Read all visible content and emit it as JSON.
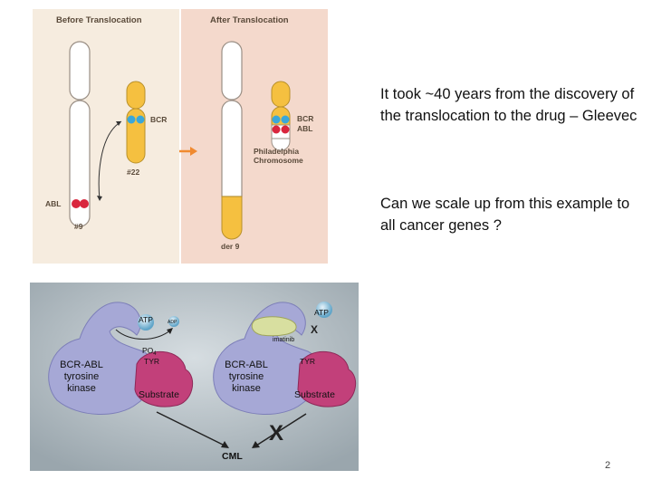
{
  "slide": {
    "text1": "It took ~40 years from the discovery of the translocation to the drug – Gleevec",
    "text2": "Can we scale up from this example to all cancer genes ?",
    "page_number": "2"
  },
  "figure_top": {
    "before_title": "Before Translocation",
    "after_title": "After Translocation",
    "bcr_label": "BCR",
    "chr22_label": "#22",
    "abl_label": "ABL",
    "chr9_label": "#9",
    "after_bcr": "BCR",
    "after_abl": "ABL",
    "philadelphia_1": "Philadelphia",
    "philadelphia_2": "Chromosome",
    "der9_label": "der 9",
    "colors": {
      "left_bg": "#f6ecdf",
      "right_bg": "#f4d9cc",
      "yellow": "#f5c040",
      "blue": "#3aa7d9",
      "red": "#d9263e",
      "arrow": "#f08a30"
    }
  },
  "figure_bottom": {
    "atp_left": "ATP",
    "adp": "ADP",
    "po4": "PO",
    "po4_sub": "4",
    "tyr_left": "TYR",
    "kinase_left_1": "BCR-ABL",
    "kinase_left_2": "tyrosine",
    "kinase_left_3": "kinase",
    "substrate_left": "Substrate",
    "atp_right": "ATP",
    "x_small": "X",
    "imatinib": "imatinib",
    "tyr_right": "TYR",
    "kinase_right_1": "BCR-ABL",
    "kinase_right_2": "tyrosine",
    "kinase_right_3": "kinase",
    "substrate_right": "Substrate",
    "x_big": "X",
    "cml": "CML",
    "colors": {
      "bg": "#b9c3c9",
      "kinase": "#a6a8d6",
      "substrate": "#c2407a",
      "imatinib": "#d8dfa0",
      "atp": "#8fc4de"
    }
  }
}
